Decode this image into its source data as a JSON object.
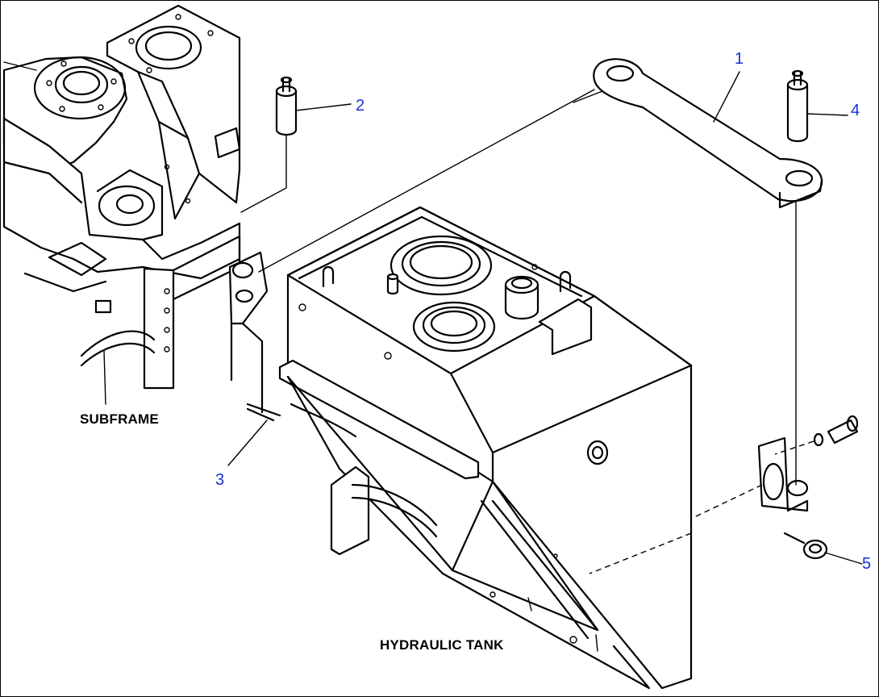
{
  "labels": {
    "subframe": "SUBFRAME",
    "hydraulic_tank": "HYDRAULIC TANK"
  },
  "callouts": [
    {
      "id": "1",
      "text": "1"
    },
    {
      "id": "2",
      "text": "2"
    },
    {
      "id": "3",
      "text": "3"
    },
    {
      "id": "4",
      "text": "4"
    },
    {
      "id": "5",
      "text": "5"
    }
  ],
  "colors": {
    "callout": "#1a2fd8",
    "line": "#000000",
    "background": "#ffffff"
  }
}
